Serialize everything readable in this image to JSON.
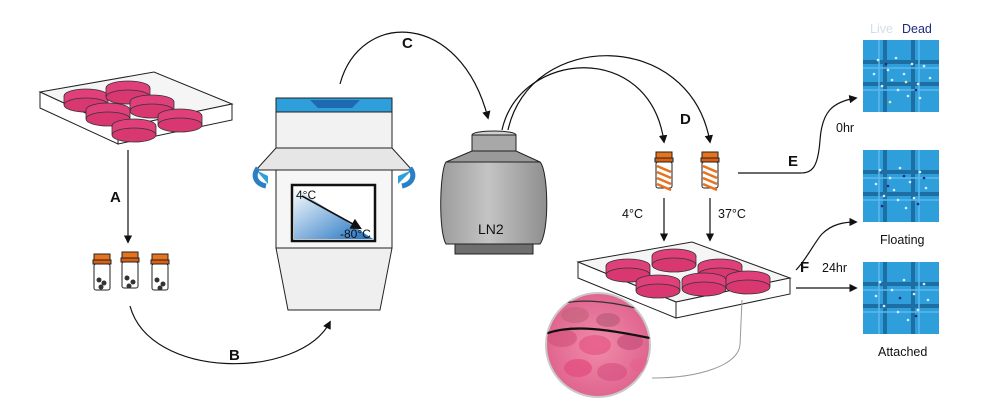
{
  "steps": {
    "a": "A",
    "b": "B",
    "c": "C",
    "d": "D",
    "e": "E",
    "f": "F"
  },
  "freezer": {
    "temp_start": "4°C",
    "temp_end": "-80°C"
  },
  "tank": {
    "label": "LN2"
  },
  "thaw": {
    "cold": "4°C",
    "warm": "37°C"
  },
  "times": {
    "t0": "0hr",
    "t24": "24hr"
  },
  "legend": {
    "live": "Live",
    "dead": "Dead",
    "live_color": "#cfe0ea",
    "dead_color": "#1e2a80"
  },
  "results": {
    "floating": "Floating",
    "attached": "Attached"
  },
  "colors": {
    "media_pink": "#e0407a",
    "cap_orange": "#e8731e",
    "assay_blue": "#2f9fdc"
  }
}
